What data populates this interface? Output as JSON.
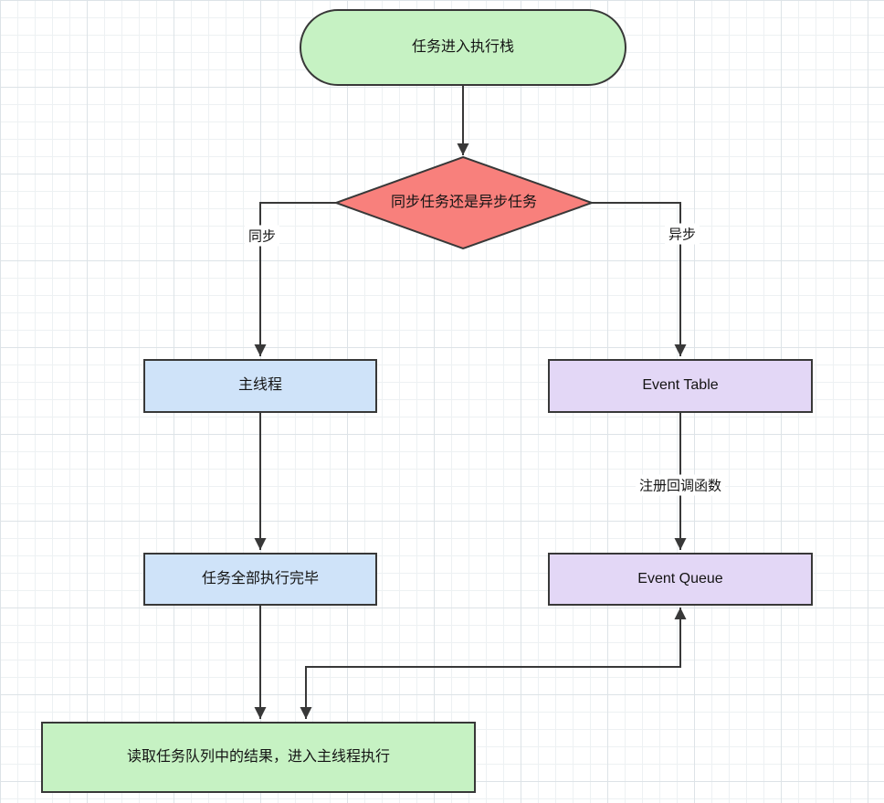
{
  "nodes": {
    "start": {
      "label": "任务进入执行栈",
      "shape": "stadium",
      "fill": "#c6f2c3"
    },
    "decision": {
      "label": "同步任务还是异步任务",
      "shape": "diamond",
      "fill": "#f8807c"
    },
    "main_thread": {
      "label": "主线程",
      "shape": "rect",
      "fill": "#cfe3f9"
    },
    "event_table": {
      "label": "Event Table",
      "shape": "rect",
      "fill": "#e3d7f6"
    },
    "tasks_done": {
      "label": "任务全部执行完毕",
      "shape": "rect",
      "fill": "#cfe3f9"
    },
    "event_queue": {
      "label": "Event Queue",
      "shape": "rect",
      "fill": "#e3d7f6"
    },
    "read_result": {
      "label": "读取任务队列中的结果，进入主线程执行",
      "shape": "rect",
      "fill": "#c6f2c3"
    }
  },
  "edges": [
    {
      "from": "start",
      "to": "decision",
      "label": ""
    },
    {
      "from": "decision",
      "to": "main_thread",
      "label": "同步"
    },
    {
      "from": "decision",
      "to": "event_table",
      "label": "异步"
    },
    {
      "from": "main_thread",
      "to": "tasks_done",
      "label": ""
    },
    {
      "from": "event_table",
      "to": "event_queue",
      "label": "注册回调函数"
    },
    {
      "from": "tasks_done",
      "to": "read_result",
      "label": ""
    },
    {
      "from": "event_queue",
      "to": "read_result",
      "label": "",
      "double_arrow": true
    }
  ],
  "colors": {
    "line": "#383838",
    "border": "#383838",
    "text": "#141414",
    "grid": "#dde3e7",
    "background": "#ffffff"
  }
}
